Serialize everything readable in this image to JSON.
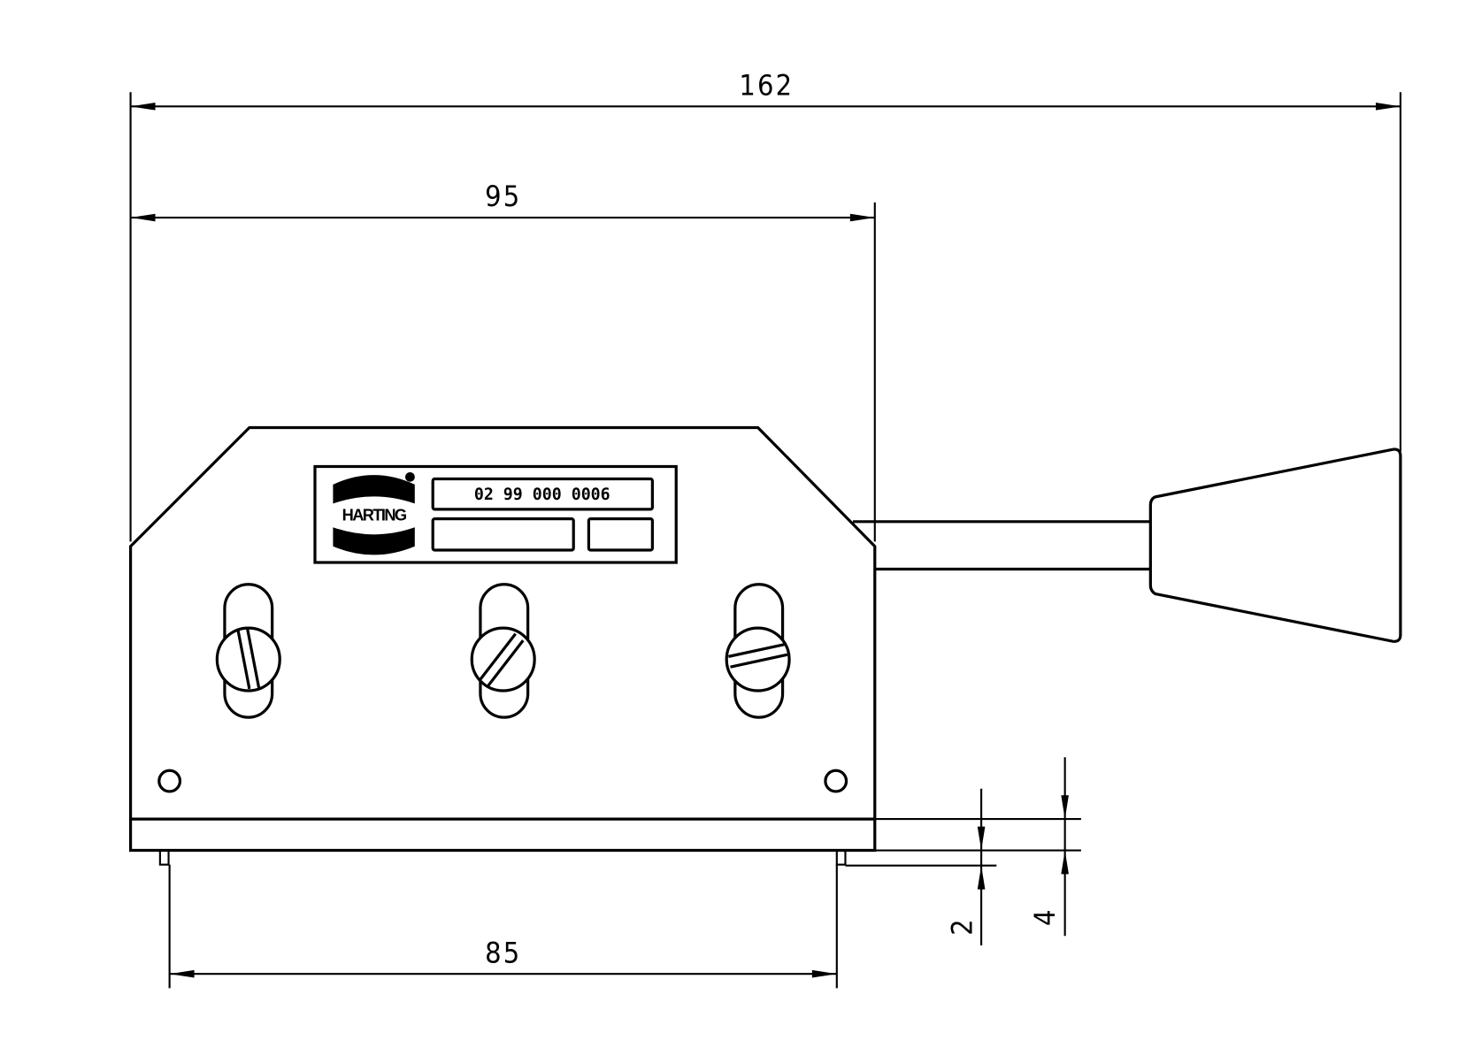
{
  "drawing": {
    "dimensions": {
      "overall_width": "162",
      "housing_width": "95",
      "mounting_pitch": "85",
      "pin_length": "2",
      "base_height": "4"
    },
    "nameplate": {
      "part_number": "02 99 000 0006",
      "logo_text": "HARTING"
    }
  }
}
